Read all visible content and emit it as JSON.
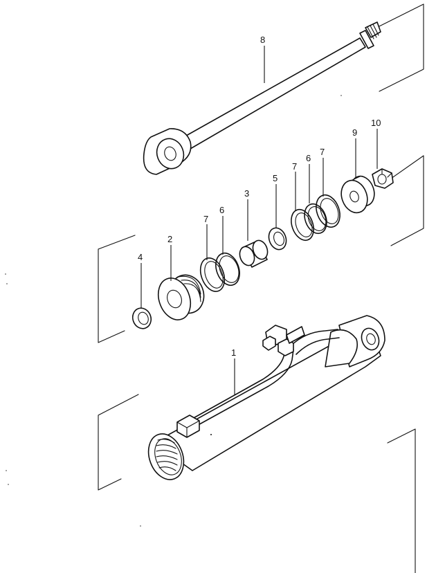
{
  "callouts": {
    "c1": "1",
    "c2": "2",
    "c3": "3",
    "c4": "4",
    "c5": "5",
    "c6a": "6",
    "c6b": "6",
    "c7a": "7",
    "c7b": "7",
    "c7c": "7",
    "c8": "8",
    "c9": "9",
    "c10": "10"
  }
}
